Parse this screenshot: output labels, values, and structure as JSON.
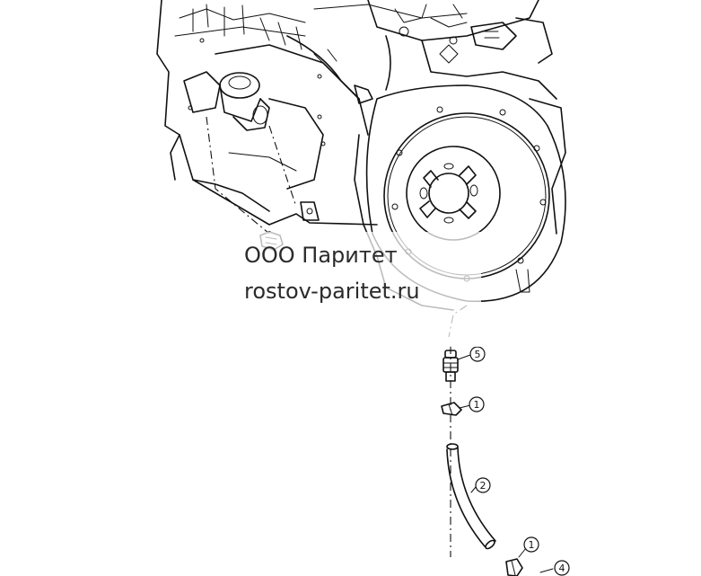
{
  "watermark": {
    "company": "ООО Паритет",
    "website": "rostov-paritet.ru"
  },
  "callouts": [
    {
      "id": "c5",
      "label": "5"
    },
    {
      "id": "c1a",
      "label": "1"
    },
    {
      "id": "c2",
      "label": "2"
    },
    {
      "id": "c1b",
      "label": "1"
    },
    {
      "id": "c4",
      "label": "4"
    }
  ]
}
